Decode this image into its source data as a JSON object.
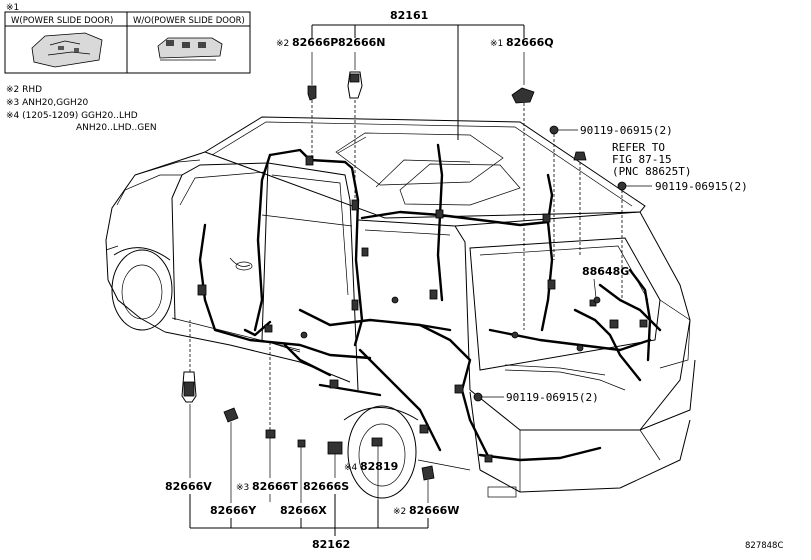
{
  "legend": {
    "mark": "※1",
    "col1_title": "W(POWER SLIDE DOOR)",
    "col2_title": "W/O(POWER SLIDE DOOR)"
  },
  "notes": [
    "※2 RHD",
    "※3 ANH20,GGH20",
    "※4 (1205-1209) GGH20..LHD",
    "ANH20..LHD..GEN"
  ],
  "parts": {
    "main_upper": "82161",
    "main_lower": "82162",
    "p82666p_mark": "※2",
    "p82666p": "82666P",
    "p82666n": "82666N",
    "p82666q_mark": "※1",
    "p82666q": "82666Q",
    "bolt1": "90119-06915(2)",
    "refer1": "REFER TO",
    "refer2": "FIG 87-15",
    "refer3": "(PNC 88625T)",
    "bolt2": "90119-06915(2)",
    "p88648g": "88648G",
    "bolt3": "90119-06915(2)",
    "p82666v": "82666V",
    "p82666t_mark": "※3",
    "p82666t": "82666T",
    "p82666s": "82666S",
    "p82819_mark": "※4",
    "p82819": "82819",
    "p82666y": "82666Y",
    "p82666x": "82666X",
    "p82666w_mark": "※2",
    "p82666w": "82666W"
  },
  "diagram_id": "827848C"
}
